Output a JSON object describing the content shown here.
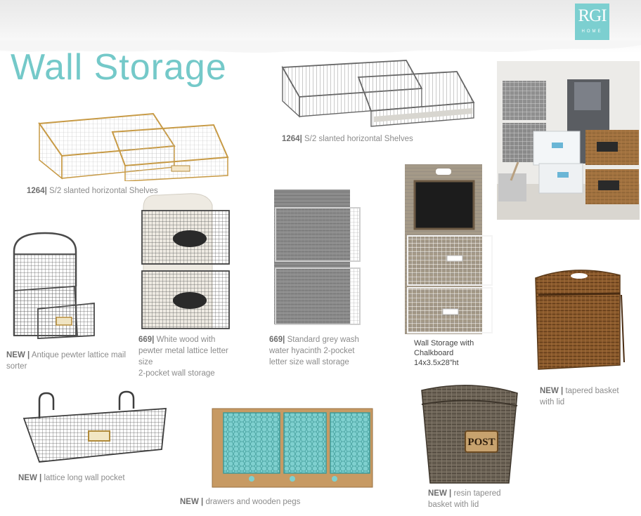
{
  "header": {
    "logo_mark": "RGI",
    "logo_sub": "HOME",
    "title": "Wall Storage"
  },
  "products": [
    {
      "code": "1264|",
      "desc": "S/2 slanted horizontal Shelves"
    },
    {
      "code": "1264|",
      "desc": "S/2 slanted horizontal Shelves"
    },
    {
      "code": "NEW |",
      "desc": "Antique pewter lattice mail",
      "desc2": "sorter"
    },
    {
      "code": "669|",
      "desc": "White wood with",
      "desc2": "pewter metal lattice letter",
      "desc3": "size",
      "desc4": "2-pocket wall storage"
    },
    {
      "code": "669|",
      "desc": "Standard grey wash",
      "desc2": "water hyacinth 2-pocket",
      "desc3": "letter size wall storage"
    },
    {
      "code": "",
      "desc": "Wall Storage with",
      "desc2": "Chalkboard",
      "desc3": "14x3.5x28”ht"
    },
    {
      "code": "NEW |",
      "desc": "tapered basket",
      "desc2": "with lid"
    },
    {
      "code": "NEW |",
      "desc": "lattice long wall pocket"
    },
    {
      "code": "NEW |",
      "desc": "drawers and wooden pegs"
    },
    {
      "code": "NEW |",
      "desc": "resin tapered",
      "desc2": "basket with lid"
    }
  ],
  "post_label": "POST",
  "colors": {
    "accent": "#74c9c9",
    "logo_bg": "#7ccfd0",
    "caption": "#8c8c8c"
  }
}
